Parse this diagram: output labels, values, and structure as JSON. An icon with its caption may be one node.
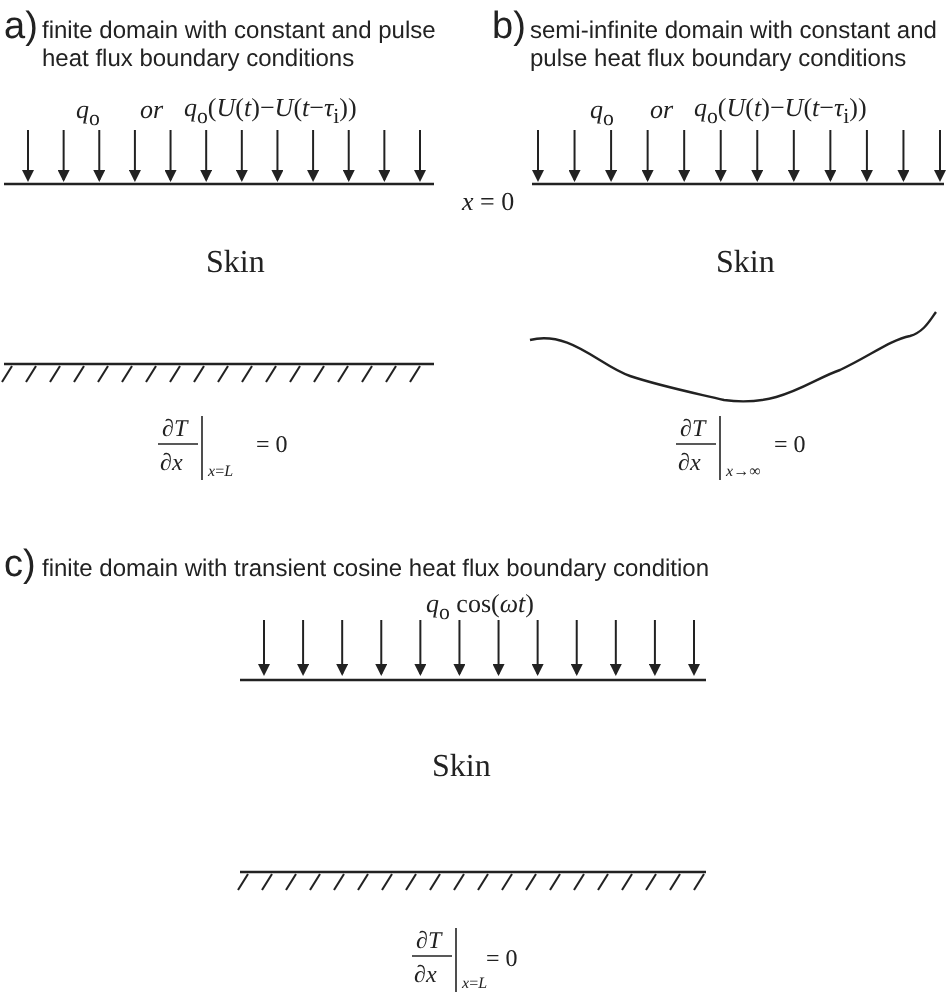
{
  "diagram": {
    "labels": [
      "a)",
      "finite domain with constant and pulse heat flux boundary conditions",
      "b)",
      "semi-infinite domain with constant and pulse heat flux boundary conditions",
      "*q*$_{o}$",
      "*or*",
      "*q*$_{o}$(*U*(*t*)−*U*(*t*−*τ*$_{i}$))",
      "*q*$_{o}$",
      "*or*",
      "*q*$_{o}$(*U*(*t*)−*U*(*t*−*τ*$_{i}$))",
      "*x* = 0",
      "Skin",
      "Skin",
      "∂*T*",
      "∂*x*",
      "*x*=*L*",
      "= 0",
      "∂*T*",
      "∂*x*",
      "*x*→∞",
      "= 0",
      "c)",
      "finite domain with transient cosine heat flux boundary condition",
      "*q*$_{o}$ cos(*ωt*)",
      "Skin",
      "∂*T*",
      "∂*x*",
      "*x*=*L*",
      "= 0"
    ]
  }
}
